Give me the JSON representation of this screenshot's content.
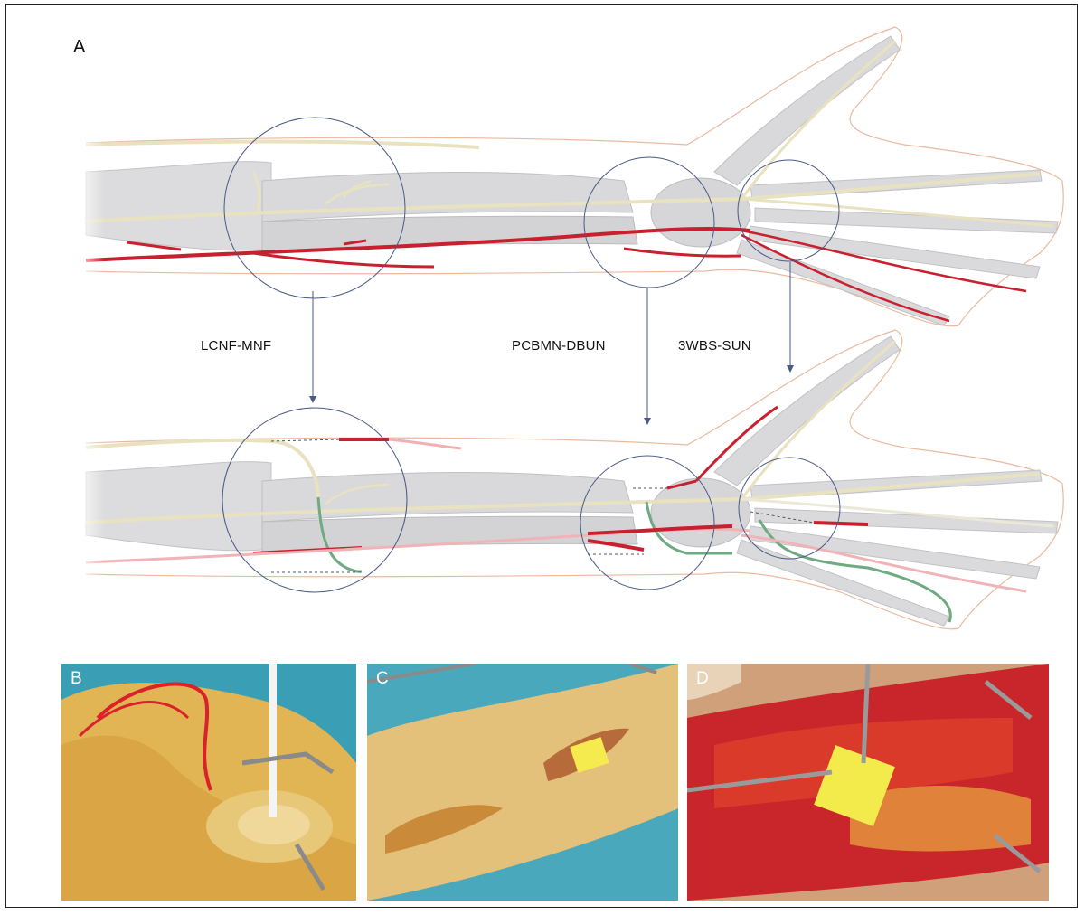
{
  "figure": {
    "panel_a_label": "A",
    "callouts": {
      "left": "LCNF-MNF",
      "middle": "PCBMN-DBUN",
      "right": "3WBS-SUN"
    },
    "photos": [
      {
        "label": "B"
      },
      {
        "label": "C"
      },
      {
        "label": "D"
      }
    ],
    "colors": {
      "artery": "#c8202e",
      "nerve": "#e9e2c0",
      "nerve_graft": "#6faa82",
      "circle": "#4a5a86",
      "bone": "#d6d6d8",
      "skin_outline": "#e8b49a"
    }
  }
}
